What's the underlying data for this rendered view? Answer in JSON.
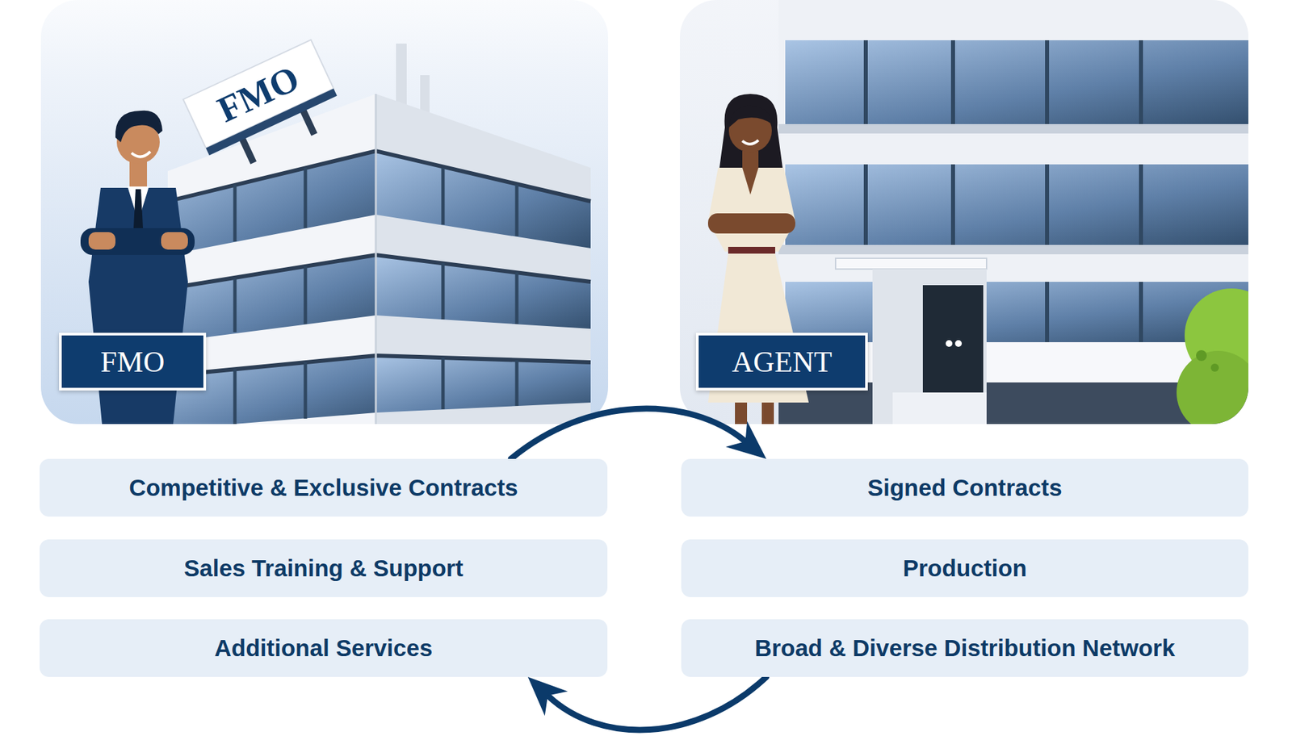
{
  "diagram": {
    "nodes": [
      {
        "text": [
          "FMO"
        ]
      },
      {
        "text": [
          "AGENT"
        ]
      },
      {
        "text": [
          "Competitive & Exclusive Contracts"
        ]
      },
      {
        "text": [
          "Signed Contracts"
        ]
      },
      {
        "text": [
          "Sales Training & Support"
        ]
      },
      {
        "text": [
          "Production"
        ]
      },
      {
        "text": [
          "Additional Services"
        ]
      },
      {
        "text": [
          "Broad & Diverse Distribution Network"
        ]
      }
    ],
    "edges": [
      {
        "from": 2,
        "to": 3,
        "arrow": "to"
      },
      {
        "from": 7,
        "to": 6,
        "arrow": "to"
      }
    ],
    "labels": [
      "FMO"
    ]
  }
}
